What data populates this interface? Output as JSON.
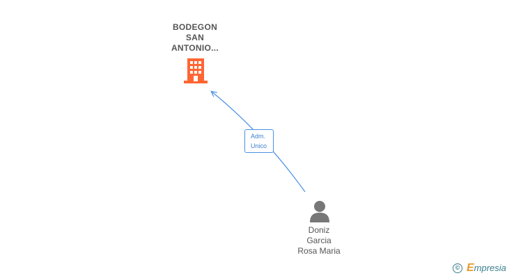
{
  "company": {
    "name_lines": [
      "BODEGON",
      "SAN",
      "ANTONIO..."
    ],
    "icon": "building-icon",
    "color": "#ff6633"
  },
  "person": {
    "name_lines": [
      "Doniz",
      "Garcia",
      "Rosa Maria"
    ],
    "icon": "person-icon",
    "color": "#777777"
  },
  "relationship": {
    "label_lines": [
      "Adm.",
      "Unico"
    ],
    "color": "#4a90e2"
  },
  "footer": {
    "copyright_symbol": "©",
    "brand_first_letter": "E",
    "brand_rest": "mpresia"
  }
}
